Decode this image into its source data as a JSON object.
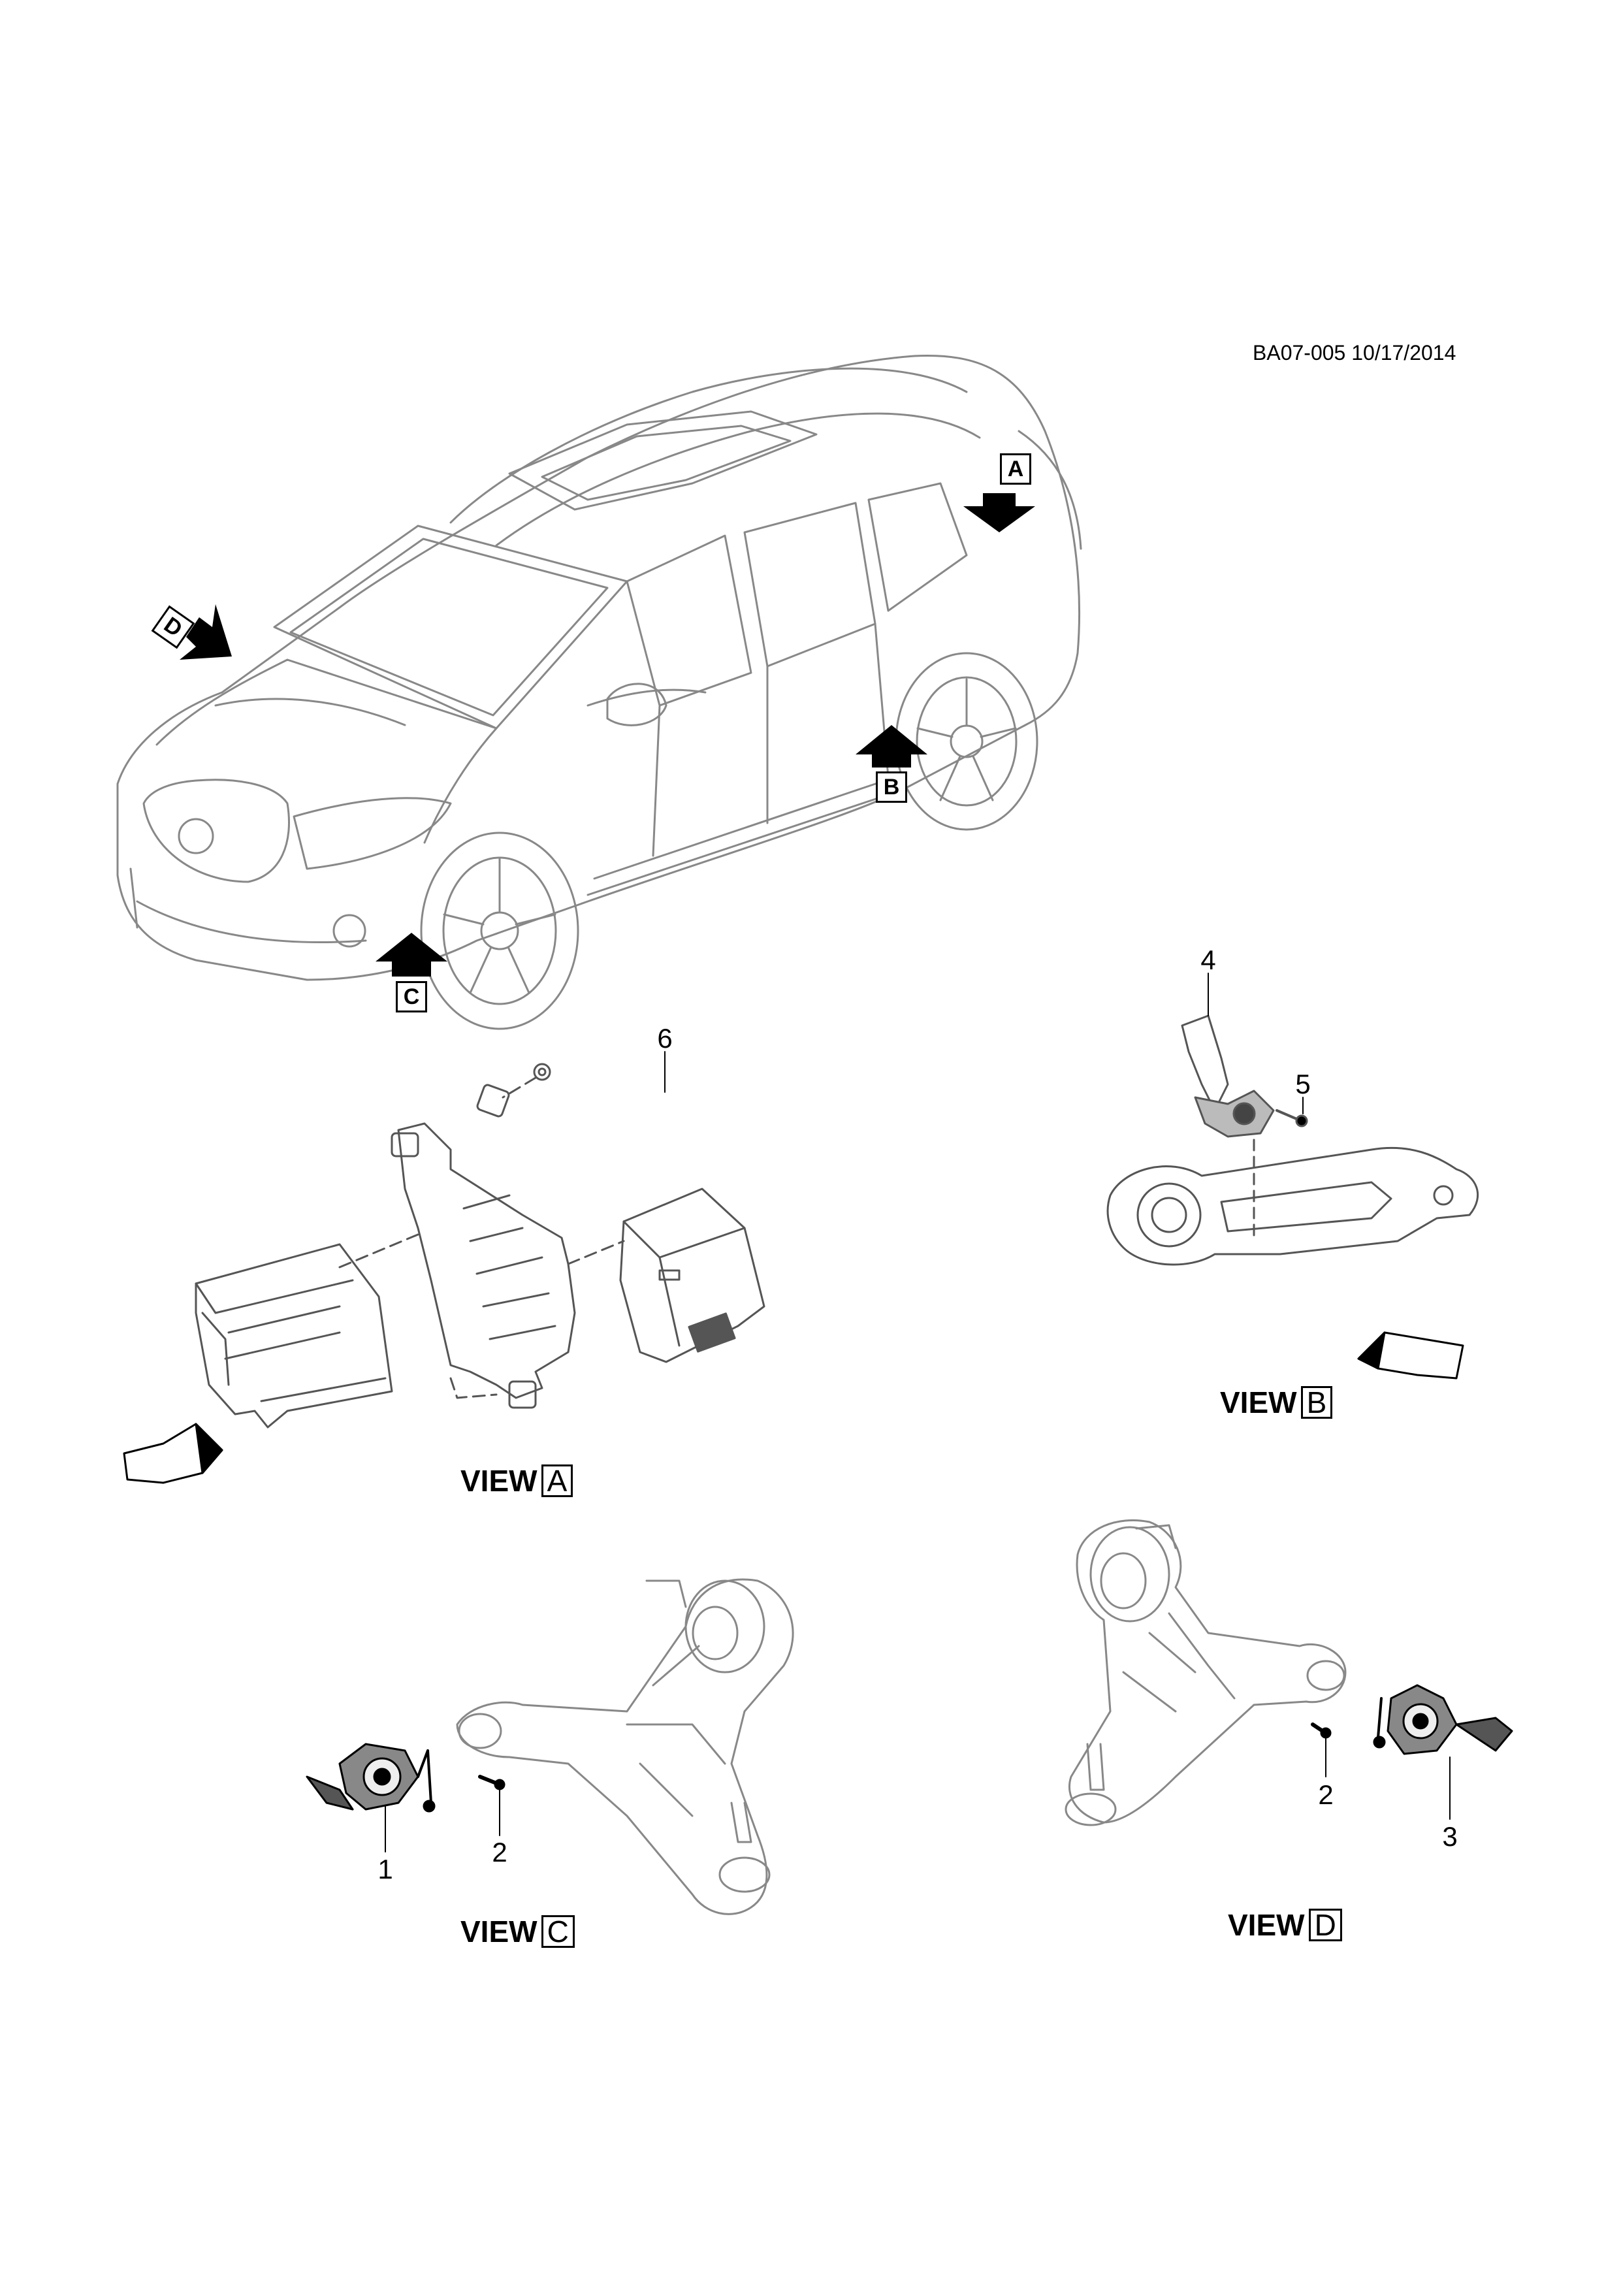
{
  "diagram_code": "BA07-005 10/17/2014",
  "view_prefix": "VIEW",
  "views": [
    {
      "id": "A",
      "caption_letter": "A"
    },
    {
      "id": "B",
      "caption_letter": "B"
    },
    {
      "id": "C",
      "caption_letter": "C"
    },
    {
      "id": "D",
      "caption_letter": "D"
    }
  ],
  "direction_tags": {
    "a": "A",
    "b": "B",
    "c": "C",
    "d": "D"
  },
  "callouts": {
    "c1": "1",
    "c2_left": "2",
    "c2_right": "2",
    "c3": "3",
    "c4": "4",
    "c5": "5",
    "c6": "6"
  },
  "colors": {
    "line": "#000000",
    "light_line": "#888888",
    "arrow_fill": "#000000"
  }
}
